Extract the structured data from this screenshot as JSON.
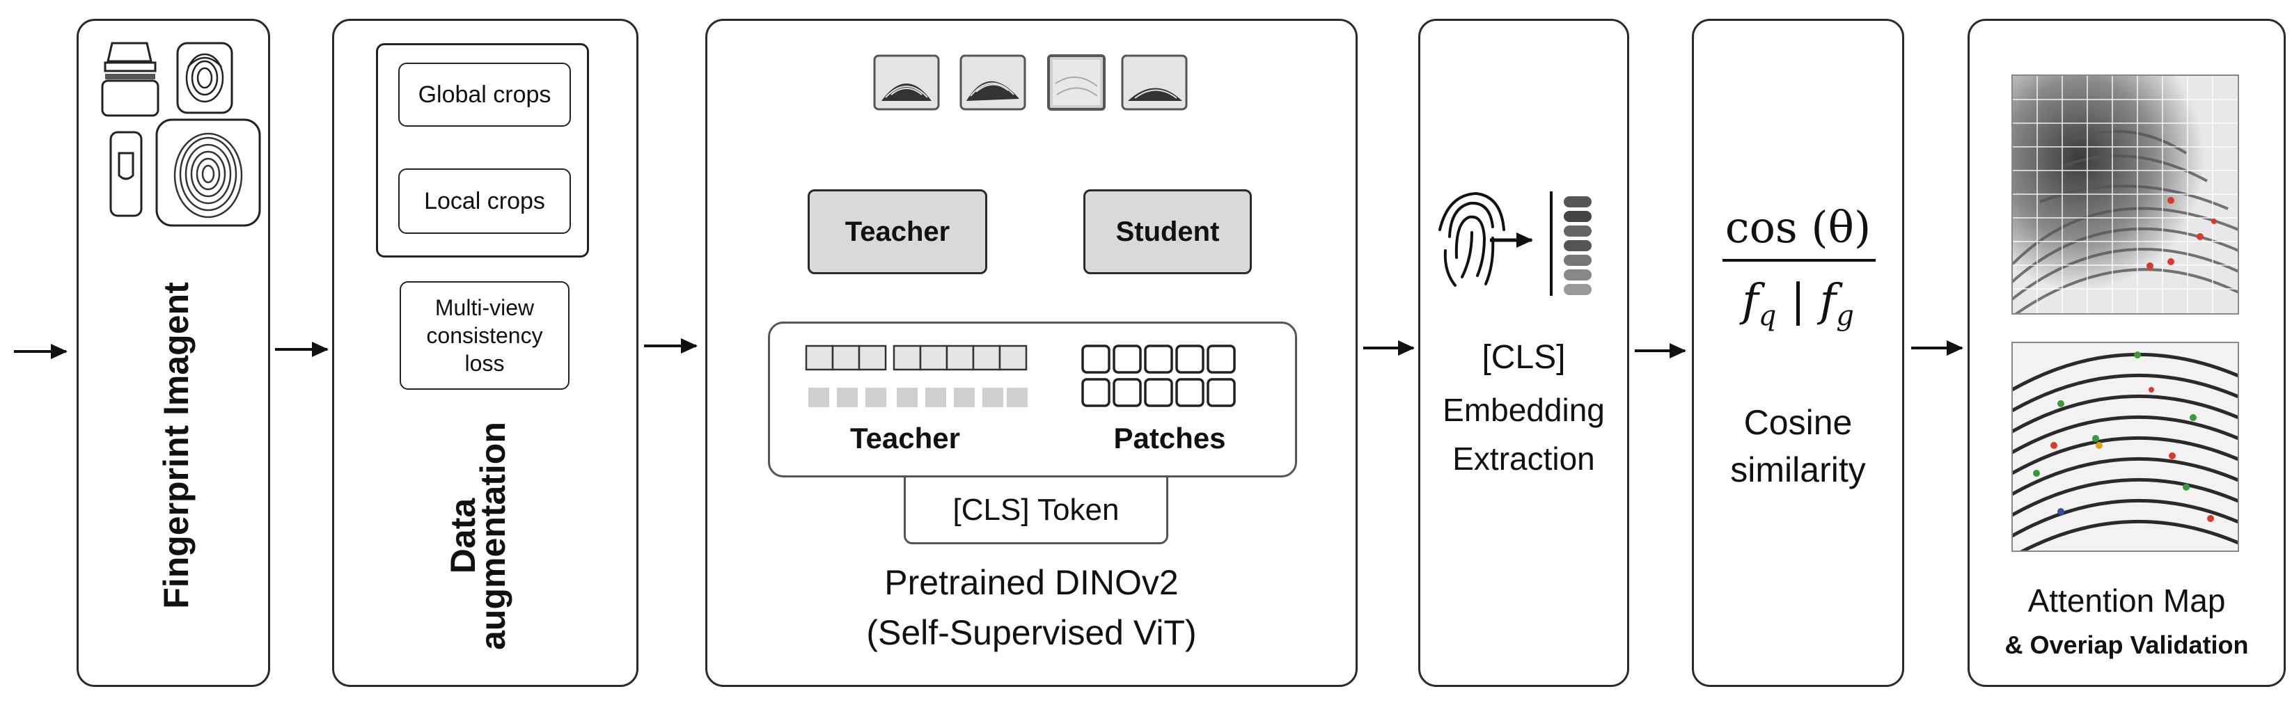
{
  "panels": {
    "fingerprint_image": {
      "label": "Fingerprint Imagent"
    },
    "data_augmentation": {
      "label_line1": "Data",
      "label_line2": "augmentation",
      "global_crops": "Global crops",
      "local_crops": "Local crops",
      "loss_line1": "Multi-view",
      "loss_line2": "consistency",
      "loss_line3": "loss"
    },
    "dinov2": {
      "teacher": "Teacher",
      "student": "Student",
      "teacher_tokens_label": "Teacher",
      "patches_label": "Patches",
      "cls_token": "[CLS] Token",
      "title_line1": "Pretrained DINOv2",
      "title_line2": "(Self-Supervised ViT)"
    },
    "embedding": {
      "line1": "[CLS]",
      "line2": "Embedding",
      "line3": "Extraction"
    },
    "cosine": {
      "formula_numerator": "cos (θ)",
      "fq_main": "f",
      "fq_sub": "q",
      "fg_main": "f",
      "fg_sub": "g",
      "line1": "Cosine",
      "line2": "similarity"
    },
    "attention": {
      "line1": "Attention Map",
      "line2": "& Overiap Validation"
    }
  },
  "colors": {
    "border": "#2a2a2a",
    "node_fill": "#d9d9d9",
    "token_fill": "#d0d0d0",
    "attention_red": "#d93a2b",
    "attention_green": "#3a9a3a"
  }
}
